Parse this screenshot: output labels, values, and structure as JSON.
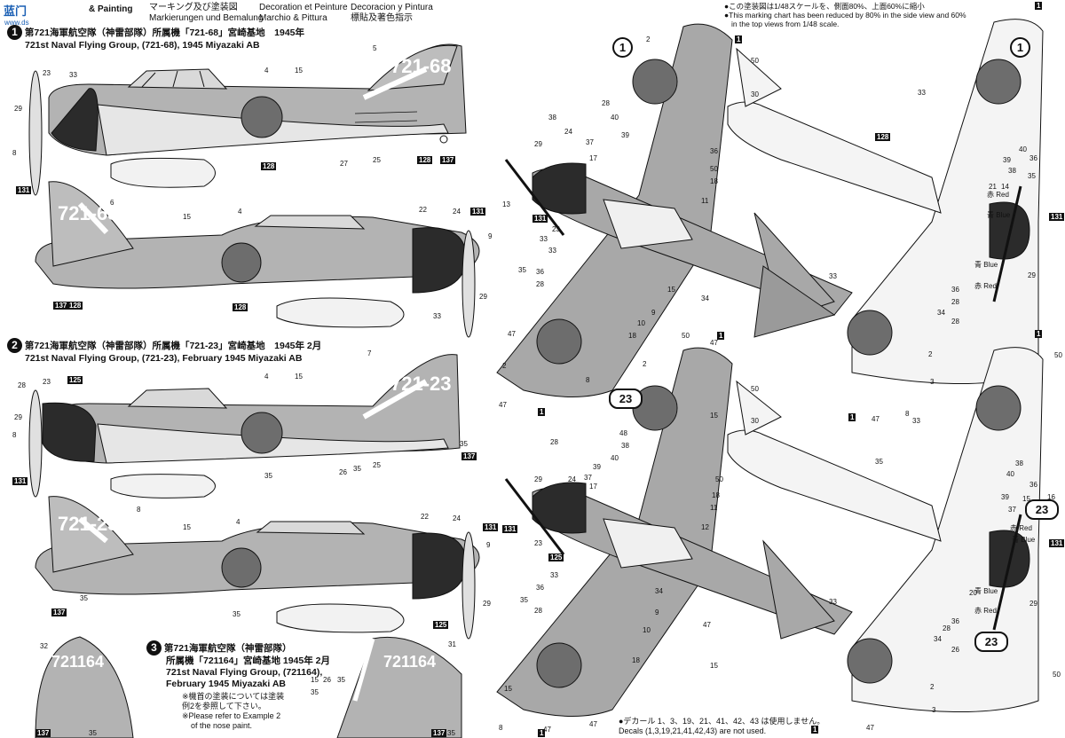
{
  "watermark": {
    "logo_text": "蓝门",
    "site": "www.ds"
  },
  "header": {
    "col1": [
      "マーキング及び塗装図",
      "Markierungen und Bemalung"
    ],
    "col2": [
      "Decoration et Peinture",
      "Marchio & Pittura"
    ],
    "col3": [
      "Decoracion y Pintura",
      "標貼及著色指示"
    ],
    "left_title_partial": "& Painting",
    "scale_note_jp": "●この塗装図は1/48スケールを、側面80%、上面60%に縮小",
    "scale_note_en1": "●This marking chart has been reduced by 80% in the side view and 60%",
    "scale_note_en2": "in the top views from 1/48 scale."
  },
  "schemes": [
    {
      "id": "1",
      "jp": "第721海軍航空隊（神雷部隊）所属機「721-68」宮崎基地　1945年",
      "en": "721st Naval Flying Group, (721-68), 1945 Miyazaki AB",
      "tail_code": "721-68"
    },
    {
      "id": "2",
      "jp": "第721海軍航空隊（神雷部隊）所属機「721-23」宮崎基地　1945年 2月",
      "en": "721st Naval Flying Group, (721-23), February 1945 Miyazaki AB",
      "tail_code": "721-23"
    },
    {
      "id": "3",
      "jp_lines": [
        "第721海軍航空隊（神雷部隊）",
        "所属機「721164」宮崎基地 1945年 2月"
      ],
      "en_lines": [
        "721st Naval Flying Group, (721164),",
        "February 1945 Miyazaki AB"
      ],
      "tail_code": "721164"
    }
  ],
  "nose_note": {
    "jp1": "※機首の塗装については塗装",
    "jp2": "例2を参照して下さい。",
    "en1": "※Please refer to Example 2",
    "en2": "of the nose paint."
  },
  "decal_note": {
    "jp": "●デカール 1、3、19、21、41、42、43 は使用しません。",
    "en": "Decals (1,3,19,21,41,42,43) are not used."
  },
  "color_labels": {
    "red": "赤 Red",
    "blue": "青 Blue"
  },
  "view_marks": {
    "top": "1",
    "bottom": "23"
  },
  "callouts": {
    "s1a": [
      "23",
      "33",
      "29",
      "8",
      "131",
      "4",
      "15",
      "5",
      "128",
      "27",
      "25",
      "128",
      "137",
      "721-68"
    ],
    "s1b": [
      "6",
      "15",
      "4",
      "22",
      "24",
      "131",
      "9",
      "29",
      "137",
      "128",
      "128",
      "33"
    ],
    "s2a": [
      "28",
      "23",
      "125",
      "4",
      "15",
      "7",
      "29",
      "8",
      "131",
      "26",
      "35",
      "25",
      "35",
      "137",
      "35"
    ],
    "s2b": [
      "8",
      "15",
      "4",
      "22",
      "24",
      "131",
      "9",
      "29",
      "137",
      "35",
      "35",
      "125"
    ],
    "s3": [
      "32",
      "31",
      "15",
      "26",
      "35",
      "35",
      "137",
      "35",
      "137",
      "35"
    ],
    "top1": [
      "2",
      "1",
      "50",
      "28",
      "40",
      "39",
      "38",
      "29",
      "24",
      "17",
      "37",
      "36",
      "50",
      "18",
      "11",
      "13",
      "131",
      "23",
      "33",
      "33",
      "36",
      "35",
      "28",
      "34",
      "15",
      "9",
      "10",
      "18",
      "47",
      "2",
      "8",
      "47",
      "47",
      "1",
      "15"
    ],
    "bot1": [
      "1",
      "50",
      "30",
      "33",
      "128",
      "36",
      "35",
      "40",
      "38",
      "14",
      "21",
      "39",
      "131",
      "29",
      "33",
      "28",
      "36",
      "34",
      "28",
      "2",
      "3",
      "47",
      "8",
      "1"
    ],
    "top23": [
      "50",
      "1",
      "2",
      "50",
      "28",
      "48",
      "38",
      "40",
      "39",
      "37",
      "29",
      "24",
      "17",
      "50",
      "18",
      "11",
      "12",
      "131",
      "23",
      "125",
      "33",
      "36",
      "35",
      "28",
      "34",
      "9",
      "10",
      "18",
      "47",
      "15",
      "8",
      "47",
      "47",
      "1",
      "15"
    ],
    "bot23": [
      "1",
      "50",
      "30",
      "35",
      "33",
      "36",
      "40",
      "38",
      "39",
      "37",
      "15",
      "16",
      "131",
      "20",
      "29",
      "33",
      "28",
      "36",
      "34",
      "26",
      "2",
      "3",
      "47",
      "1"
    ]
  }
}
